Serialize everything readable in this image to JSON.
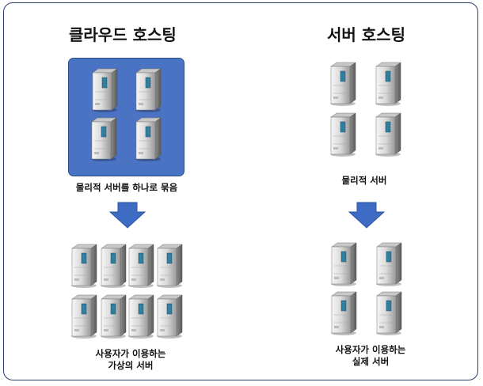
{
  "cloud": {
    "title": "클라우드 호스팅",
    "group_label": "물리적 서버를 하나로 묶음",
    "result_label_line1": "사용자가 이용하는",
    "result_label_line2": "가상의 서버"
  },
  "server_hosting": {
    "title": "서버 호스팅",
    "physical_label": "물리적 서버",
    "result_label_line1": "사용자가 이용하는",
    "result_label_line2": "실제 서버"
  },
  "colors": {
    "cloud_box": "#4a73c4",
    "arrow": "#3e6cc4",
    "frame_border": "#2a3d6a"
  }
}
